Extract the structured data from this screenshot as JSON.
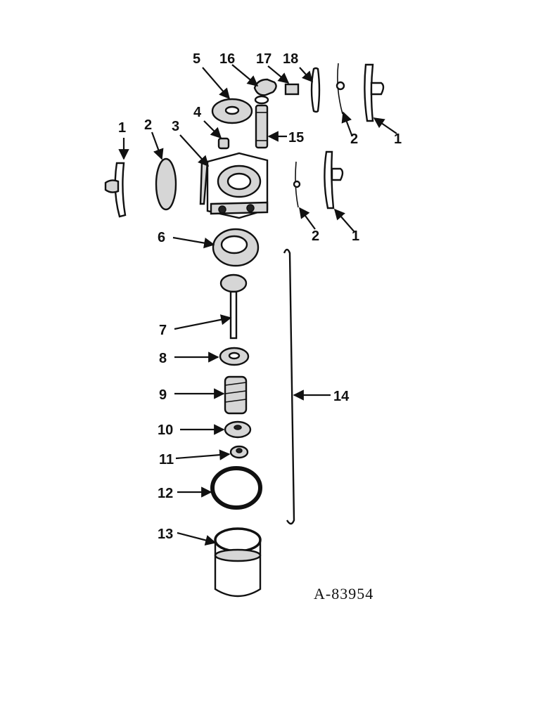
{
  "diagram": {
    "reference": "A-83954",
    "callouts": [
      "1",
      "2",
      "3",
      "4",
      "5",
      "16",
      "17",
      "18",
      "2",
      "1",
      "15",
      "2",
      "1",
      "6",
      "7",
      "8",
      "9",
      "10",
      "11",
      "12",
      "13",
      "14"
    ]
  }
}
